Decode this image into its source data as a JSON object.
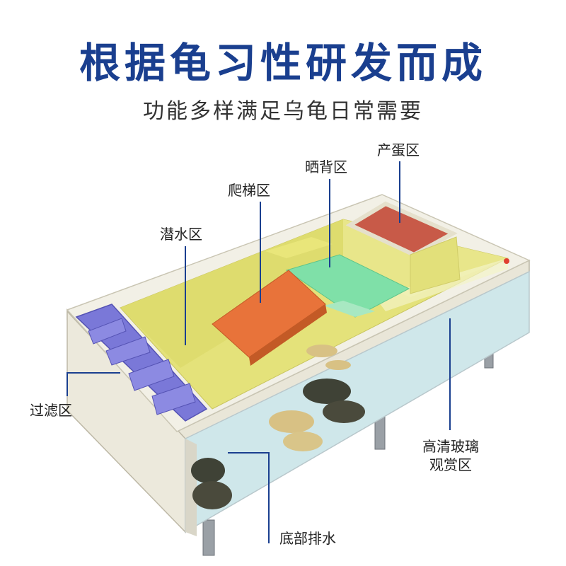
{
  "header": {
    "title": "根据龟习性研发而成",
    "subtitle": "功能多样满足乌龟日常需要"
  },
  "labels": {
    "laying": "产蛋区",
    "basking": "晒背区",
    "ladder": "爬梯区",
    "diving": "潜水区",
    "filter": "过滤区",
    "glass_line1": "高清玻璃",
    "glass_line2": "观赏区",
    "drain": "底部排水"
  },
  "colors": {
    "title": "#1a3f8f",
    "leader_line": "#1a3f8f",
    "pool_yellow": "#e4e27a",
    "ladder_orange": "#e8733a",
    "basking_green": "#7fe0a8",
    "laying_red": "#c85a48",
    "filter_purple": "#7a78d8",
    "frame": "#e9e6d8",
    "glass": "#cfe7ea"
  }
}
